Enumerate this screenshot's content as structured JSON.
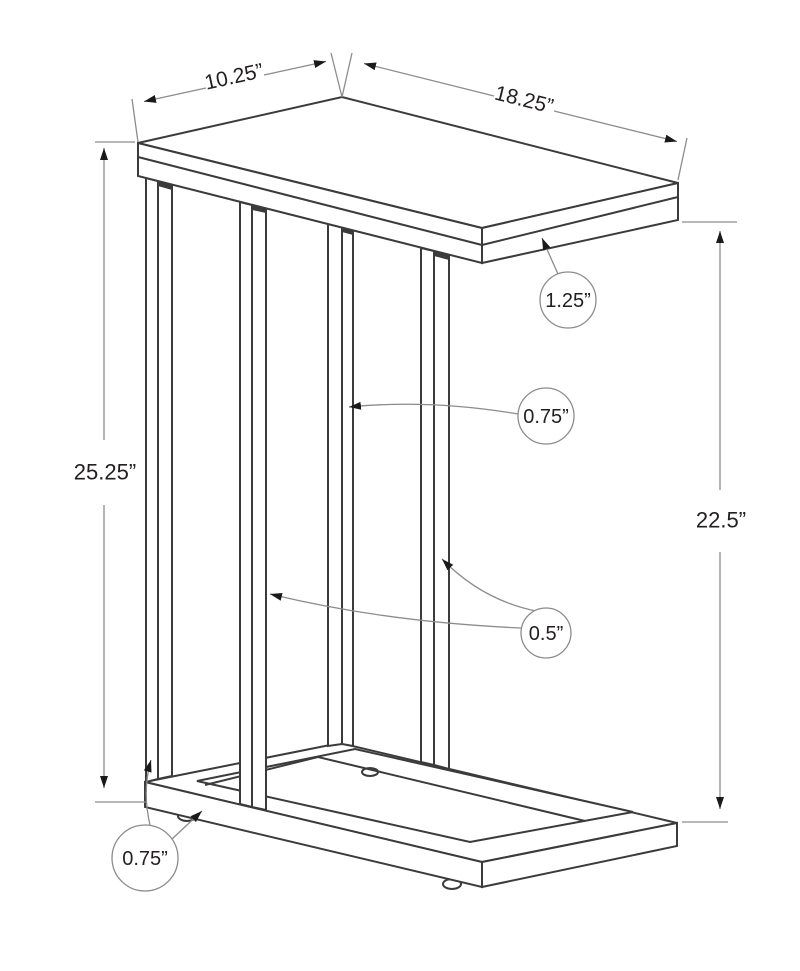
{
  "drawing": {
    "title": "C-shaped accent table dimension diagram",
    "unit": "inches",
    "labels": {
      "top_depth": "10.25”",
      "top_length": "18.25”",
      "top_thickness": "1.25”",
      "leg_tube_depth": "0.75”",
      "overall_height": "25.25”",
      "underside_clearance": "22.5”",
      "leg_tube_width": "0.5”",
      "base_tube_thickness": "0.75”"
    },
    "colors": {
      "background": "#ffffff",
      "structure_line": "#3b3b3b",
      "dimension_line": "#8c8c8c",
      "arrowhead": "#1a1a1a",
      "text": "#231f20"
    }
  }
}
